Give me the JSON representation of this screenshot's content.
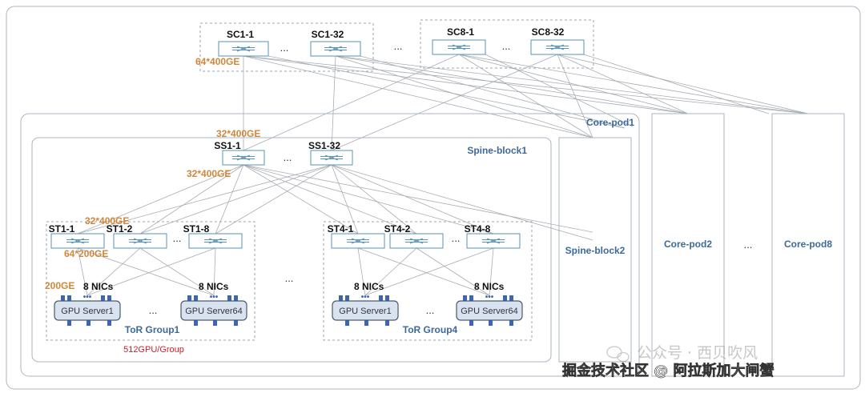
{
  "colors": {
    "frame": "#a9b6c2",
    "blue_text": "#3c6a9a",
    "orange_text": "#d0873a",
    "red_text": "#c8232c",
    "switch_stroke": "#5a93b8",
    "server_fill": "#d9e3f0",
    "server_stroke": "#4a5a70",
    "port_fill": "#3b66b6",
    "link": "#a8adb3"
  },
  "icons": {
    "switch": "switch-icon",
    "server": "gpu-server-icon",
    "watermark": "wechat-icon"
  },
  "core": {
    "switches": [
      "SC1-1",
      "SC1-32",
      "SC8-1",
      "SC8-32"
    ],
    "ellipses": [
      "...",
      "...",
      "..."
    ],
    "uplink_label": "64*400GE"
  },
  "core_pod1": {
    "label": "Core-pod1",
    "downlink_label": "32*400GE"
  },
  "spine_block1": {
    "label": "Spine-block1",
    "switches": [
      "SS1-1",
      "SS1-32"
    ],
    "ellipsis": "...",
    "downlink_label": "32*400GE"
  },
  "tor_group1": {
    "switches": [
      "ST1-1",
      "ST1-2",
      "ST1-8"
    ],
    "ellipsis": "...",
    "uplink_label": "32*400GE",
    "downlink_label": "64*200GE",
    "nic_label": "200GE",
    "nic_counts": [
      "8 NICs",
      "8 NICs"
    ],
    "servers": [
      "GPU Server1",
      "GPU Server64"
    ],
    "server_ellipsis": "...",
    "label": "ToR Group1",
    "capacity": "512GPU/Group"
  },
  "middle_ellipsis": "...",
  "tor_group4": {
    "switches": [
      "ST4-1",
      "ST4-2",
      "ST4-8"
    ],
    "ellipsis": "...",
    "nic_counts": [
      "8 NICs",
      "8 NICs"
    ],
    "servers": [
      "GPU Server1",
      "GPU Server64"
    ],
    "server_ellipsis": "...",
    "label": "ToR Group4"
  },
  "side_blocks": {
    "spine_block2": "Spine-block2",
    "core_pod2": "Core-pod2",
    "pods_ellipsis": "...",
    "core_pod8": "Core-pod8"
  },
  "watermark": {
    "wechat_text": "公众号 · 西贝吹风",
    "credit": "掘金技术社区 @ 阿拉斯加大闸蟹"
  }
}
